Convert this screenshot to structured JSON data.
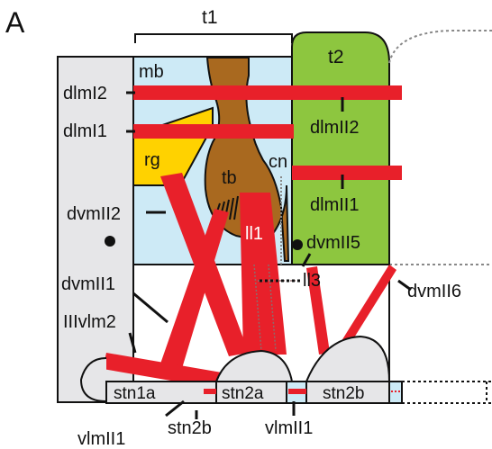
{
  "figure": {
    "panel_letter": "A",
    "bracket_label": "t1",
    "segment_label": "t2",
    "labels": {
      "mb": "mb",
      "rg": "rg",
      "tb": "tb",
      "cn": "cn",
      "ll1": "ll1",
      "ll3": "ll3",
      "dlmI2": "dlmI2",
      "dlmI1": "dlmI1",
      "dlmII2": "dlmII2",
      "dlmII1": "dlmII1",
      "dvmII2": "dvmII2",
      "dvmII1": "dvmII1",
      "dvmII5": "dvmII5",
      "dvmII6": "dvmII6",
      "IIIvlm2": "IIIvlm2",
      "stn1a": "stn1a",
      "stn2a": "stn2a",
      "stn2b_box": "stn2b",
      "stn2b_below": "stn2b",
      "vlmII1_left": "vlmII1",
      "vlmII1_right": "vlmII1"
    },
    "colors": {
      "muscle_red": "#e8202a",
      "tendon_brown": "#a9691f",
      "gland_yellow": "#ffd200",
      "t2_green": "#8dc63f",
      "sky_blue": "#cdeaf6",
      "gray_panel": "#e6e6e8",
      "outline": "#111111"
    }
  }
}
